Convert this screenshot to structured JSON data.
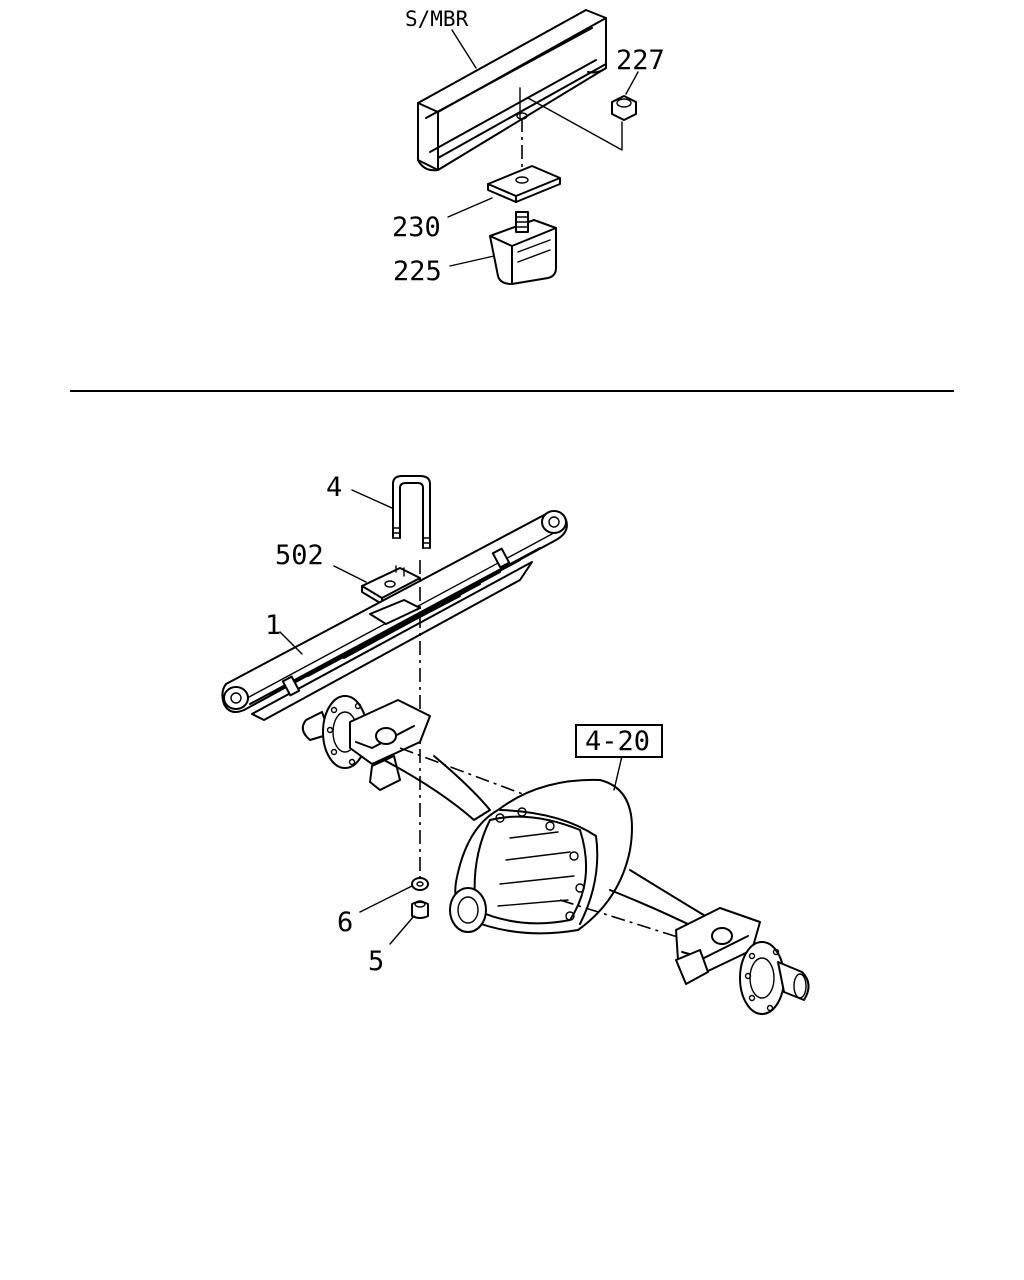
{
  "callouts": {
    "s_mbr": "S/MBR",
    "p227": "227",
    "p230": "230",
    "p225": "225",
    "p4": "4",
    "p502": "502",
    "p1": "1",
    "ref_4_20": "4-20",
    "p6": "6",
    "p5": "5"
  }
}
